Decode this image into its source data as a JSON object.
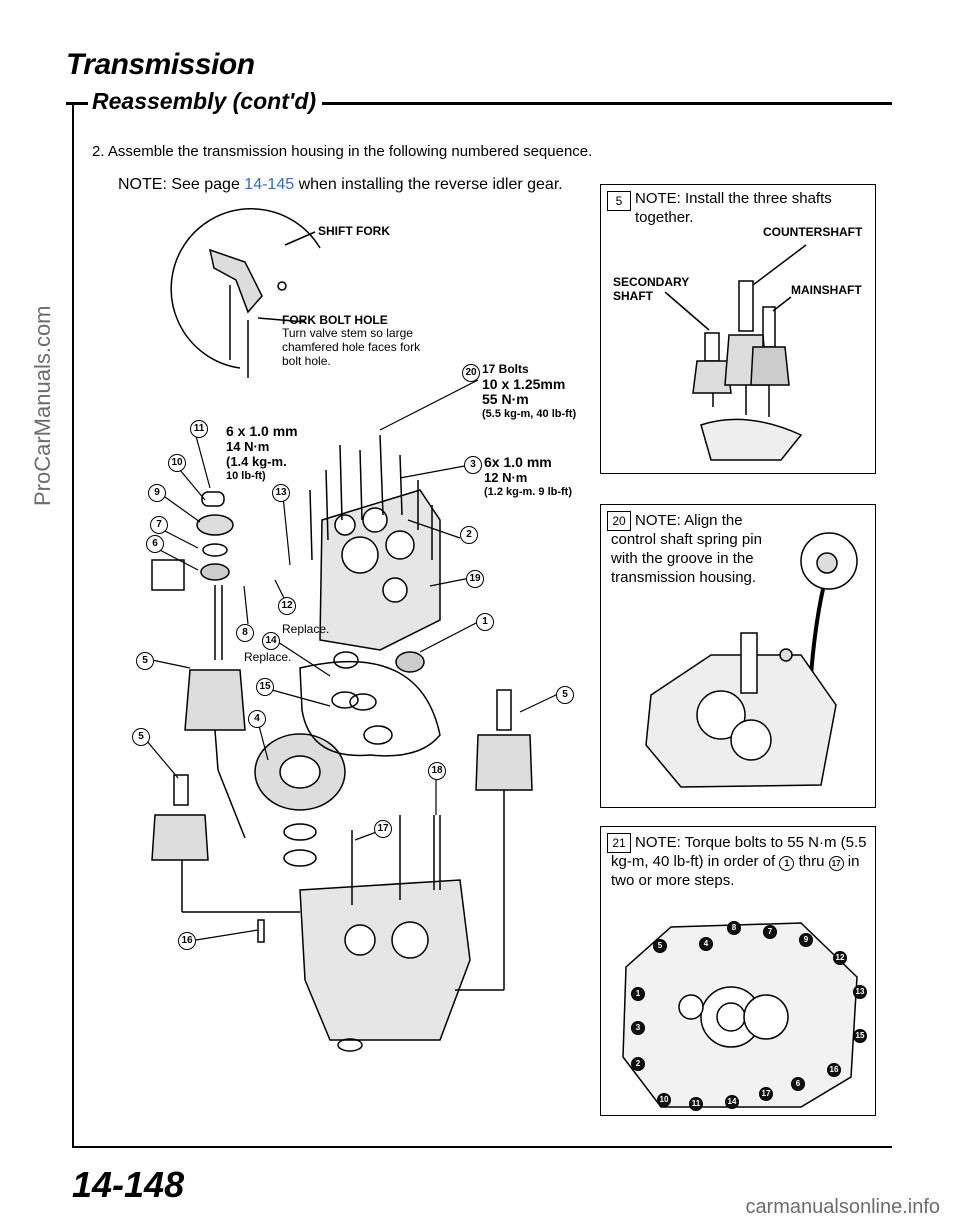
{
  "header": {
    "title": "Transmission",
    "subtitle": "Reassembly (cont'd)"
  },
  "instructions": {
    "step": "2.  Assemble the transmission housing in the following numbered sequence.",
    "note_prefix": "NOTE:  See page ",
    "note_link": "14-145",
    "note_suffix": " when installing the reverse idler gear."
  },
  "diagram": {
    "shift_fork": "SHIFT FORK",
    "fork_bolt_hole_title": "FORK BOLT HOLE",
    "fork_bolt_hole_text": "Turn valve stem so large chamfered hole faces fork bolt hole.",
    "spec20": [
      "17 Bolts",
      "10 x 1.25mm",
      "55 N·m",
      "(5.5 kg-m, 40 lb-ft)"
    ],
    "spec11": [
      "6 x 1.0 mm",
      "14 N·m",
      "(1.4 kg-m.",
      "10 lb-ft)"
    ],
    "spec3": [
      "6x 1.0 mm",
      "12 N·m",
      "(1.2 kg-m. 9 lb-ft)"
    ],
    "replace1": "Replace.",
    "replace2": "Replace.",
    "numbers": {
      "n1": "1",
      "n2": "2",
      "n3": "3",
      "n4": "4",
      "n5": "5",
      "n6": "6",
      "n7": "7",
      "n8": "8",
      "n9": "9",
      "n10": "10",
      "n11": "11",
      "n12": "12",
      "n13": "13",
      "n14": "14",
      "n15": "15",
      "n16": "16",
      "n17": "17",
      "n18": "18",
      "n19": "19",
      "n20": "20"
    }
  },
  "panel5": {
    "num": "5",
    "note": "NOTE:  Install  the  three  shafts together.",
    "countershaft": "COUNTERSHAFT",
    "secondary": "SECONDARY SHAFT",
    "mainshaft": "MAINSHAFT"
  },
  "panel20": {
    "num": "20",
    "note": "NOTE:  Align the control shaft spring pin with the groove in the transmission housing."
  },
  "panel21": {
    "num": "21",
    "note_a": "NOTE: Torque bolts to 55 N·m (5.5 kg-m, 40 lb-ft) in order of ",
    "from": "1",
    "thru": " thru ",
    "to": "17",
    "note_b": " in two or more steps.",
    "bolt_numbers": [
      "8",
      "5",
      "4",
      "7",
      "9",
      "12",
      "13",
      "15",
      "16",
      "3",
      "1",
      "2",
      "10",
      "11",
      "6",
      "14",
      "17"
    ]
  },
  "footer": {
    "page_number": "14-148",
    "watermark_side": "ProCarManuals.com",
    "watermark_bottom": "carmanualsonline.info"
  }
}
